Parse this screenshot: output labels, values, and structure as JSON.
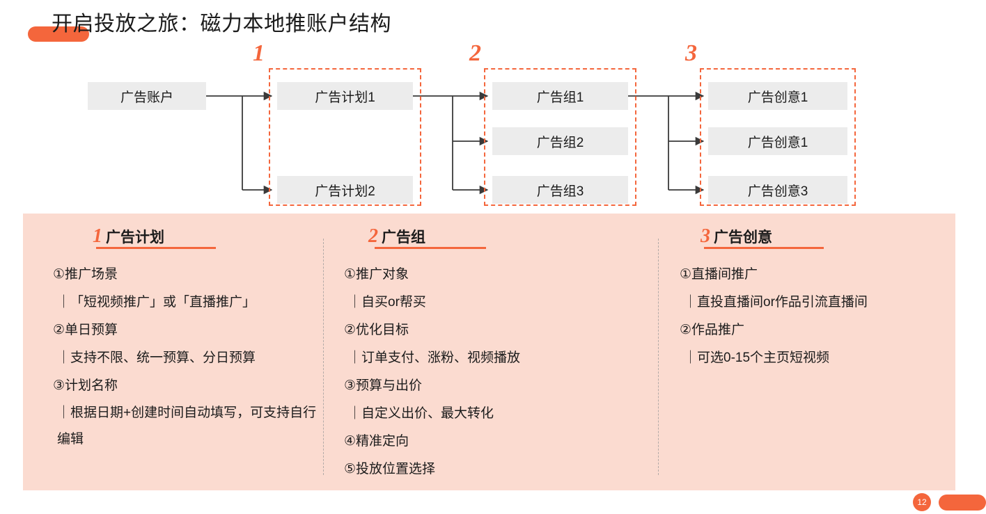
{
  "slide": {
    "title": "开启投放之旅：磁力本地推账户结构",
    "page_number": "12",
    "accent_color": "#F4663C",
    "panel_color": "#FBDBD0",
    "node_color": "#ECECEC"
  },
  "diagram": {
    "root": {
      "label": "广告账户"
    },
    "groups": [
      {
        "number": "1",
        "nodes": [
          {
            "label": "广告计划1"
          },
          {
            "label": "广告计划2"
          }
        ]
      },
      {
        "number": "2",
        "nodes": [
          {
            "label": "广告组1"
          },
          {
            "label": "广告组2"
          },
          {
            "label": "广告组3"
          }
        ]
      },
      {
        "number": "3",
        "nodes": [
          {
            "label": "广告创意1"
          },
          {
            "label": "广告创意1"
          },
          {
            "label": "广告创意3"
          }
        ]
      }
    ]
  },
  "detail_columns": [
    {
      "number": "1",
      "title": "广告计划",
      "lines": [
        {
          "text": "①推广场景",
          "type": "item"
        },
        {
          "text": "｜「短视频推广」或「直播推广」",
          "type": "sub"
        },
        {
          "text": "②单日预算",
          "type": "item"
        },
        {
          "text": "｜支持不限、统一预算、分日预算",
          "type": "sub"
        },
        {
          "text": "③计划名称",
          "type": "item"
        },
        {
          "text": "｜根据日期+创建时间自动填写，可支持自行编辑",
          "type": "wrap"
        }
      ]
    },
    {
      "number": "2",
      "title": "广告组",
      "lines": [
        {
          "text": "①推广对象",
          "type": "item"
        },
        {
          "text": "｜自买or帮买",
          "type": "sub"
        },
        {
          "text": "②优化目标",
          "type": "item"
        },
        {
          "text": "｜订单支付、涨粉、视频播放",
          "type": "sub"
        },
        {
          "text": "③预算与出价",
          "type": "item"
        },
        {
          "text": "｜自定义出价、最大转化",
          "type": "sub"
        },
        {
          "text": "④精准定向",
          "type": "item"
        },
        {
          "text": "⑤投放位置选择",
          "type": "item"
        }
      ]
    },
    {
      "number": "3",
      "title": "广告创意",
      "lines": [
        {
          "text": "①直播间推广",
          "type": "item"
        },
        {
          "text": "｜直投直播间or作品引流直播间",
          "type": "sub"
        },
        {
          "text": "②作品推广",
          "type": "item"
        },
        {
          "text": "｜可选0-15个主页短视频",
          "type": "sub"
        }
      ]
    }
  ]
}
